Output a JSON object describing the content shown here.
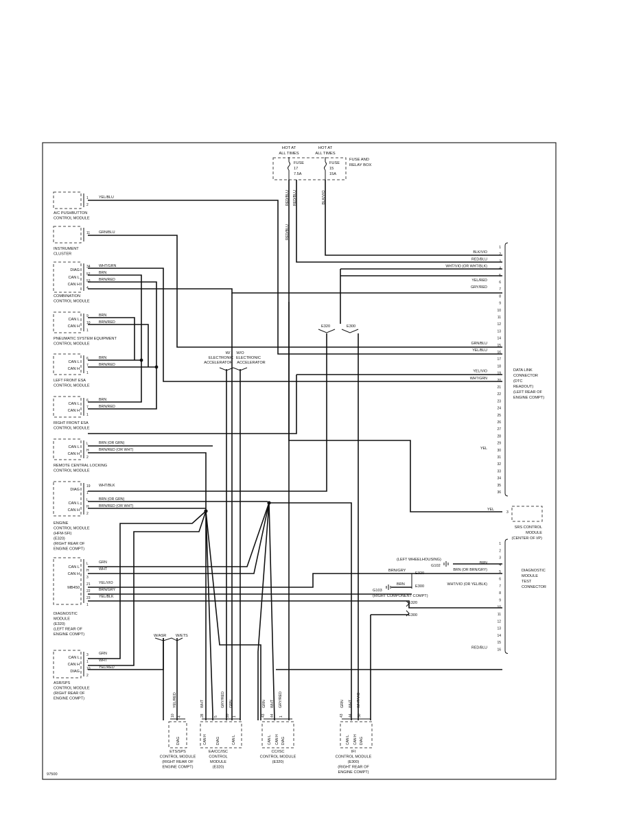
{
  "page": {
    "code": "97500"
  },
  "fuse_box": {
    "left_label": [
      "HOT AT",
      "ALL TIMES"
    ],
    "right_label": [
      "HOT AT",
      "ALL TIMES"
    ],
    "name": [
      "FUSE AND",
      "RELAY BOX"
    ],
    "fuse1": [
      "FUSE",
      "17",
      "7.5A"
    ],
    "fuse2": [
      "FUSE",
      "15",
      "15A"
    ],
    "wire1a": "RED/BLU",
    "wire1b": "RED/BLU",
    "wire1c": "RED/BLU",
    "wire2": "BLK/VIO"
  },
  "accelerators": {
    "left": [
      "W/",
      "ELECTRONIC",
      "ACCELERATOR"
    ],
    "right": [
      "W/O",
      "ELECTRONIC",
      "ACCELERATOR"
    ]
  },
  "splice_e320": "E320",
  "splice_e300": "E300",
  "asr_split": {
    "left": "W/ASR",
    "right": "W/ETS"
  },
  "modules": {
    "ac": {
      "name": [
        "A/C PUSHBUTTON",
        "CONTROL MODULE"
      ],
      "pins": [
        "1",
        "2"
      ],
      "wires": [
        "YEL/BLU"
      ]
    },
    "ic": {
      "name": [
        "INSTRUMENT",
        "CLUSTER"
      ],
      "pins": [
        "11"
      ],
      "wires": [
        "GRN/BLU"
      ]
    },
    "comb": {
      "name": [
        "COMBINATION",
        "CONTROL MODULE"
      ],
      "rows": [
        "DIAG",
        "CAN L",
        "CAN H"
      ],
      "pins": [
        "34",
        "52",
        "53",
        "4"
      ],
      "wires": [
        "WHT/GRN",
        "BRN",
        "BRN/RED"
      ]
    },
    "pneu": {
      "name": [
        "PNEUMATIC SYSTEM EQUIPMENT",
        "CONTROL MODULE"
      ],
      "rows": [
        "CAN L",
        "CAN H"
      ],
      "pins": [
        "9",
        "10",
        "1"
      ],
      "wires": [
        "BRN",
        "BRN/RED"
      ]
    },
    "lfesa": {
      "name": [
        "LEFT FRONT ESA",
        "CONTROL MODULE"
      ],
      "rows": [
        "CAN L",
        "CAN H"
      ],
      "pins": [
        "6",
        "7",
        "1"
      ],
      "wires": [
        "BRN",
        "BRN/RED"
      ]
    },
    "rfesa": {
      "name": [
        "RIGHT FRONT ESA",
        "CONTROL MODULE"
      ],
      "rows": [
        "CAN L",
        "CAN H"
      ],
      "pins": [
        "6",
        "7",
        "1"
      ],
      "wires": [
        "BRN",
        "BRN/RED"
      ]
    },
    "rcl": {
      "name": [
        "REMOTE CENTRAL LOCKING",
        "CONTROL MODULE"
      ],
      "rows": [
        "CAN L",
        "CAN H"
      ],
      "pins": [
        "L",
        "H",
        "2"
      ],
      "wires": [
        "BRN (OR GRN)",
        "BRN/RED (OR WHT)"
      ]
    },
    "ecm": {
      "name": [
        "ENGINE",
        "CONTROL MODULE",
        "(HFM-SFI)",
        "(E320)",
        "(RIGHT REAR OF",
        "ENGINE COMPT)"
      ],
      "rows": [
        "DIAG",
        "CAN L",
        "CAN H"
      ],
      "pins": [
        "19",
        "1",
        "L",
        "H",
        "2"
      ],
      "wires": [
        "WHT/BLK",
        "BRN (OR GRN)",
        "BRN/RED (OR WHT)"
      ]
    },
    "diag": {
      "name": [
        "DIAGNOSTIC",
        "MODULE",
        "(E320)",
        "(LEFT REAR OF",
        "ENGINE COMPT)"
      ],
      "rows": [
        "CAN L",
        "CAN H",
        "MB450"
      ],
      "pins": [
        "L",
        "H",
        "3",
        "21",
        "22",
        "23",
        "1"
      ],
      "wires": [
        "GRN",
        "WHT",
        "YEL/VIO",
        "BRN/GRY",
        "YEL/BLK"
      ]
    },
    "asr": {
      "name": [
        "ASR/SPS",
        "CONTROL MODULE",
        "(RIGHT REAR OF",
        "ENGINE COMPT)"
      ],
      "rows": [
        "CAN L",
        "CAN H",
        "DIAG"
      ],
      "pins": [
        "3",
        "1",
        "10",
        "2"
      ],
      "wires": [
        "GRN",
        "WHT",
        "YEL/RED"
      ]
    },
    "ets": {
      "name": [
        "ETS/SPS",
        "CONTROL MODULE",
        "(RIGHT REAR OF",
        "ENGINE COMPT)"
      ],
      "pins": [
        "10",
        "4"
      ],
      "slots": [
        "DIAG"
      ],
      "wires": [
        "YEL/RED"
      ]
    },
    "ea": {
      "name": [
        "EA/CC/ISC",
        "CONTROL",
        "MODULE",
        "(E320)"
      ],
      "pins": [
        "28",
        "5",
        "20",
        "1"
      ],
      "slots": [
        "CAN H",
        "DIAG",
        "CAN L"
      ],
      "wires": [
        "WHT",
        "GRY/RED",
        "GRN"
      ]
    },
    "cc": {
      "name": [
        "CC/ISC",
        "CONTROL MODULE",
        "(E320)"
      ],
      "pins": [
        "43",
        "44",
        "1"
      ],
      "slots": [
        "CAN L",
        "CAN H",
        "DIAG"
      ],
      "wires": [
        "GRN",
        "WHT",
        "GRY/RED"
      ]
    },
    "ifi": {
      "name": [
        "IFI",
        "CONTROL MODULE",
        "(E300)",
        "(RIGHT REAR OF",
        "ENGINE COMPT)"
      ],
      "pins": [
        "43",
        "44",
        "50"
      ],
      "slots": [
        "CAN L",
        "CAN H",
        "DIAG"
      ],
      "wires": [
        "GRN",
        "WHT",
        "WHT/VIO"
      ]
    }
  },
  "dlc": {
    "name": [
      "DATA LINK",
      "CONNECTOR",
      "(DTC",
      "READOUT)",
      "(LEFT REAR OF",
      "ENGINE COMPT)"
    ],
    "pins": [
      "1",
      "2",
      "3",
      "4",
      "5",
      "6",
      "7",
      "8",
      "9",
      "10",
      "11",
      "12",
      "13",
      "14",
      "15",
      "16",
      "17",
      "18",
      "19",
      "20",
      "21",
      "22",
      "23",
      "24",
      "25",
      "26",
      "27",
      "28",
      "29",
      "30",
      "31",
      "32",
      "33",
      "34",
      "35",
      "36"
    ],
    "wire_labels": [
      {
        "pin": 2,
        "text": "BLK/VIO"
      },
      {
        "pin": 3,
        "text": "RED/BLU"
      },
      {
        "pin": 4,
        "text": "WHT/VIO (OR WHT/BLK)"
      },
      {
        "pin": 6,
        "text": "YEL/RED"
      },
      {
        "pin": 7,
        "text": "GRY/RED"
      },
      {
        "pin": 15,
        "text": "GRN/BLU"
      },
      {
        "pin": 16,
        "text": "YEL/BLU"
      },
      {
        "pin": 19,
        "text": "YEL/VIO"
      },
      {
        "pin": 20,
        "text": "WHT/GRN"
      },
      {
        "pin": 30,
        "text": "YEL"
      }
    ]
  },
  "srs": {
    "name": [
      "SRS CONTROL",
      "MODULE",
      "(CENTER OF I/P)"
    ],
    "pin": "3",
    "wire": "YEL"
  },
  "dtc": {
    "name": [
      "DIAGNOSTIC",
      "MODULE",
      "TEST",
      "CONNECTOR"
    ],
    "pins": [
      "1",
      "2",
      "3",
      "4",
      "5",
      "6",
      "7",
      "8",
      "9",
      "10",
      "11",
      "12",
      "13",
      "14",
      "15",
      "16"
    ],
    "wire_labels": [
      {
        "pin": 4,
        "text": "BRN"
      },
      {
        "pin": 5,
        "text": "BRN (OR BRN/GRY)"
      },
      {
        "pin": 7,
        "text": "WHT/VIO (OR YEL/BLK)"
      },
      {
        "pin": 16,
        "text": "RED/BLU"
      }
    ],
    "g102": "G102",
    "g102_loc": "(LEFT WHEELHOUSING)",
    "g103": "G103",
    "g103_loc": "(RIGHT COMPONENT COMPT)",
    "brn_gry": "BRN/GRY",
    "brn": "BRN",
    "e320": "E320",
    "e300": "E300"
  }
}
